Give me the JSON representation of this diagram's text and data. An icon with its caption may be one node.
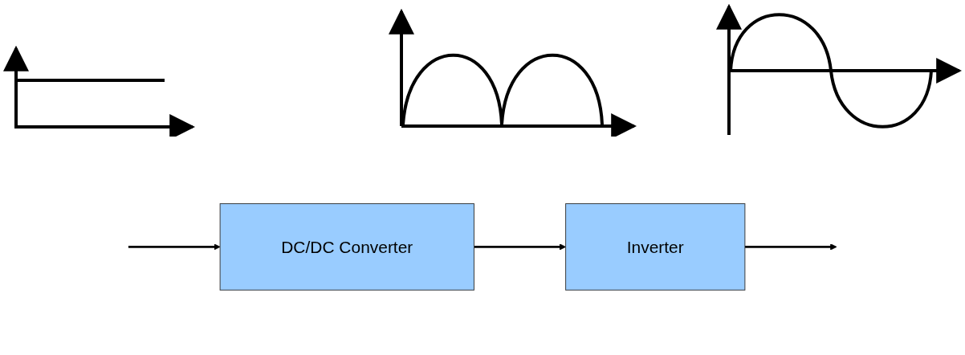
{
  "diagram": {
    "nodes": [
      {
        "text": [
          "DC/DC Converter"
        ]
      },
      {
        "text": [
          "Inverter"
        ]
      }
    ],
    "edges": [
      {
        "from": null,
        "to": 0,
        "arrow": "to"
      },
      {
        "from": 0,
        "to": 1,
        "arrow": "to"
      },
      {
        "from": 1,
        "to": null,
        "arrow": "to"
      }
    ]
  }
}
